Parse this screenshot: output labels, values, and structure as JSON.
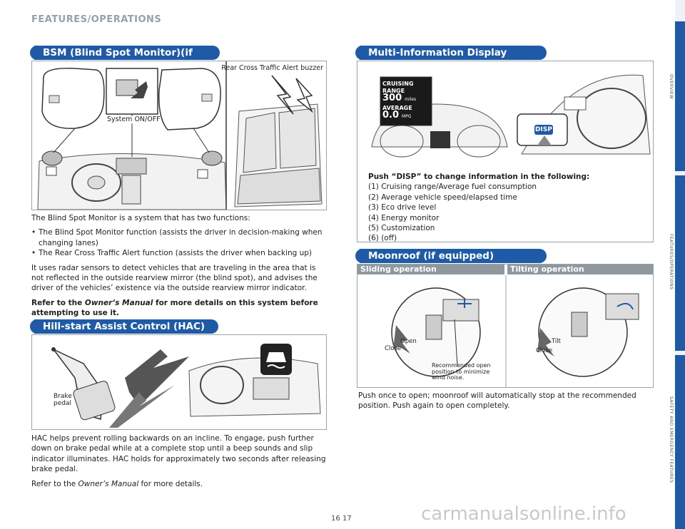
{
  "header": {
    "title": "FEATURES/OPERATIONS"
  },
  "bsm": {
    "title": "BSM (Blind Spot Monitor)(if equipped)",
    "label_buzzer": "Rear Cross Traffic Alert buzzer",
    "label_switch": "System ON/OFF",
    "intro": "The Blind Spot Monitor is a system that has two functions:",
    "bullets": [
      "The Blind Spot Monitor function (assists the driver in decision-making when changing lanes)",
      "The Rear Cross Traffic Alert function (assists the driver when backing up)"
    ],
    "para": "It uses radar sensors to detect vehicles that are traveling in the area that is not reflected in the outside rearview mirror (the blind spot), and advises the driver of the vehicles’ existence via the outside rearview mirror indicator.",
    "refer_pre": "Refer to the ",
    "refer_manual": "Owner‘s Manual",
    "refer_post": " for more details on this system before attempting to use it."
  },
  "hac": {
    "title": "Hill-start Assist Control (HAC)",
    "label_pedal": "Brake\npedal",
    "para": "HAC helps prevent rolling backwards on an incline. To engage, push further down on brake pedal while at a complete stop until a beep sounds and slip indicator illuminates. HAC holds for approximately two seconds after releasing brake pedal.",
    "refer_pre": "Refer to the ",
    "refer_manual": "Owner’s Manual",
    "refer_post": " for more details."
  },
  "mid": {
    "title": "Multi-Information Display",
    "screen_line1": "CRUISING RANGE",
    "screen_val1": "300",
    "screen_unit1": "miles",
    "screen_line2": "AVERAGE",
    "screen_val2": "0.0",
    "screen_unit2": "MPG",
    "disp_button": "DISP",
    "push_label": "Push “DISP” to change information in the following:",
    "items": [
      "(1) Cruising range/Average fuel consumption",
      "(2) Average vehicle speed/elapsed time",
      "(3) Eco drive level",
      "(4) Energy monitor",
      "(5) Customization",
      "(6) (off)"
    ]
  },
  "moonroof": {
    "title": "Moonroof (if equipped)",
    "sliding_head": "Sliding operation",
    "tilting_head": "Tilting operation",
    "label_open": "Open",
    "label_close": "Close",
    "label_tilt": "Tilt",
    "label_close2": "Close",
    "label_recommended": "Recommended open\nposition to minimize\nwind noise.",
    "para": "Push once to open; moonroof will automatically stop at the recommended position. Push again to open completely."
  },
  "footer": {
    "page_left": "16",
    "page_right": "17",
    "watermark": "carmanualsonline.info"
  },
  "sidebar": {
    "tabs": [
      "OVERVIEW",
      "FEATURES/OPERATIONS",
      "SAFETY AND EMERGENCY FEATURES"
    ]
  },
  "colors": {
    "banner": "#1f5aa6",
    "grey_head": "#8f989f",
    "title_grey": "#97a0a8"
  }
}
